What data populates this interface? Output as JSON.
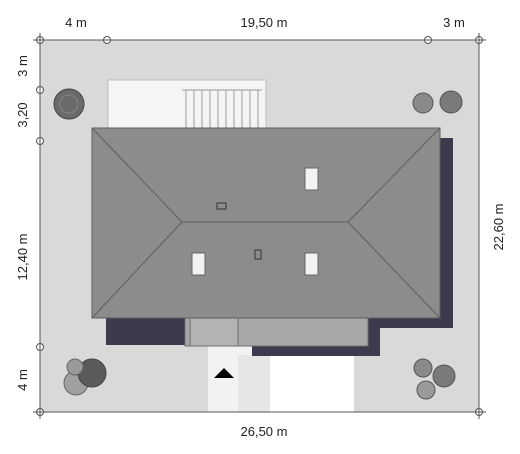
{
  "dimensions": {
    "top_left": "4 m",
    "top_middle": "19,50 m",
    "top_right": "3 m",
    "left_top": "3 m",
    "left_upper": "3,20",
    "left_middle": "12,40 m",
    "left_bottom": "4 m",
    "right": "22,60 m",
    "bottom": "26,50 m"
  },
  "colors": {
    "plot": "#d9d9d9",
    "roof": "#8c8c8c",
    "roof_edge": "#5e5e5e",
    "shadow": "#3d3a4e",
    "paving": "#f2f2f2",
    "tree_dark": "#5a5a5a",
    "tree_light": "#9a9a9a"
  },
  "icons": {
    "entrance": "triangle-up-icon",
    "tree": "tree-icon",
    "grid_point": "circle-icon"
  }
}
